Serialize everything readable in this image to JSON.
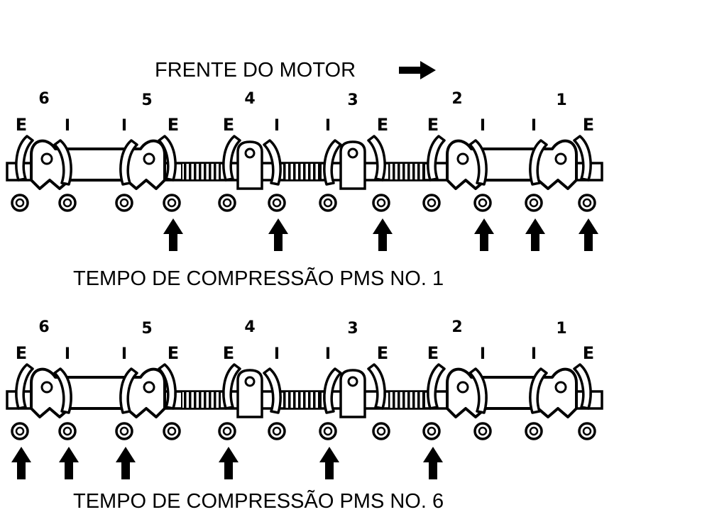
{
  "title": "FRENTE DO MOTOR",
  "panels": [
    {
      "caption": "TEMPO DE COMPRESSÃO PMS NO. 1",
      "valves": [
        {
          "label": "E",
          "adjust": false
        },
        {
          "label": "I",
          "adjust": false
        },
        {
          "label": "I",
          "adjust": false
        },
        {
          "label": "E",
          "adjust": true
        },
        {
          "label": "E",
          "adjust": false
        },
        {
          "label": "I",
          "adjust": true
        },
        {
          "label": "I",
          "adjust": false
        },
        {
          "label": "E",
          "adjust": true
        },
        {
          "label": "E",
          "adjust": false
        },
        {
          "label": "I",
          "adjust": true
        },
        {
          "label": "I",
          "adjust": true
        },
        {
          "label": "E",
          "adjust": true
        }
      ]
    },
    {
      "caption": "TEMPO DE COMPRESSÃO PMS NO. 6",
      "valves": [
        {
          "label": "E",
          "adjust": true
        },
        {
          "label": "I",
          "adjust": true
        },
        {
          "label": "I",
          "adjust": true
        },
        {
          "label": "E",
          "adjust": false
        },
        {
          "label": "E",
          "adjust": true
        },
        {
          "label": "I",
          "adjust": false
        },
        {
          "label": "I",
          "adjust": true
        },
        {
          "label": "E",
          "adjust": false
        },
        {
          "label": "E",
          "adjust": true
        },
        {
          "label": "I",
          "adjust": false
        },
        {
          "label": "I",
          "adjust": false
        },
        {
          "label": "E",
          "adjust": false
        }
      ]
    }
  ],
  "cylinders": [
    "6",
    "5",
    "4",
    "3",
    "2",
    "1"
  ],
  "colors": {
    "ink": "#000000",
    "paper": "#ffffff"
  }
}
